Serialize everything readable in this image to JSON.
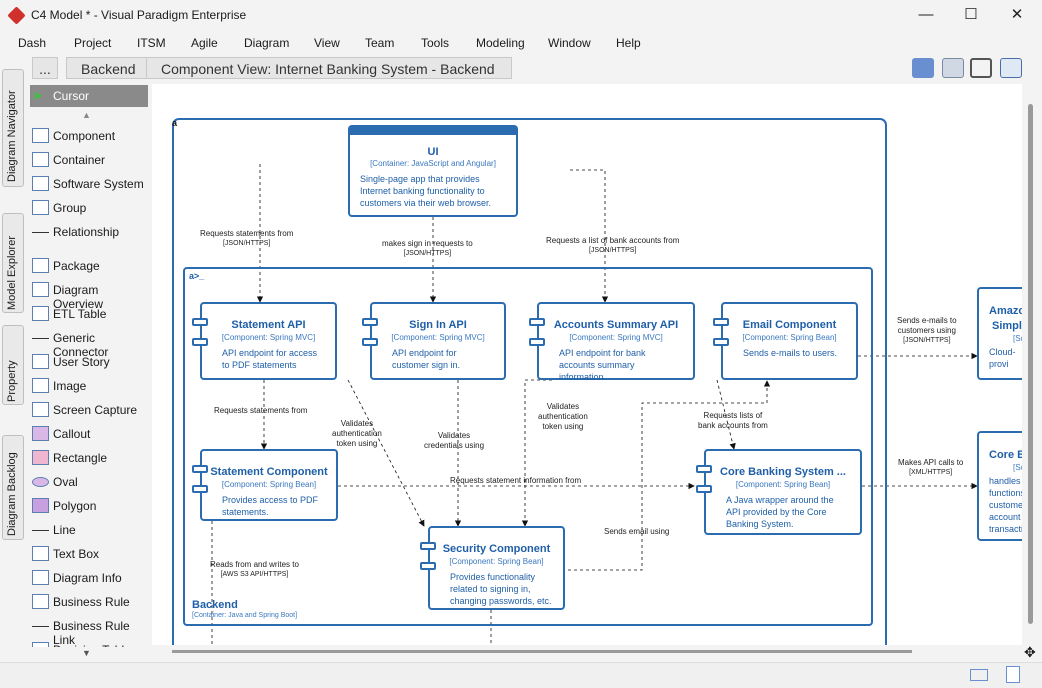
{
  "window": {
    "title": "C4 Model * - Visual Paradigm Enterprise",
    "minimize": "—",
    "maximize": "☐",
    "close": "✕"
  },
  "menu": [
    "Dash",
    "Project",
    "ITSM",
    "Agile",
    "Diagram",
    "View",
    "Team",
    "Tools",
    "Modeling",
    "Window",
    "Help"
  ],
  "breadcrumb": {
    "more": "...",
    "items": [
      "Backend",
      "Component View: Internet Banking System - Backend"
    ]
  },
  "side_tabs": [
    "Diagram Navigator",
    "Model Explorer",
    "Property",
    "Diagram Backlog"
  ],
  "palette": {
    "selected": "Cursor",
    "items": [
      "Component",
      "Container",
      "Software System",
      "Group",
      "Relationship",
      "Package",
      "Diagram Overview",
      "ETL Table",
      "Generic Connector",
      "User Story",
      "Image",
      "Screen Capture",
      "Callout",
      "Rectangle",
      "Oval",
      "Polygon",
      "Line",
      "Text Box",
      "Diagram Info",
      "Business Rule",
      "Business Rule Link",
      "Decision Table"
    ]
  },
  "diagram": {
    "ui": {
      "name": "UI",
      "stereo": "[Container: JavaScript and Angular]",
      "desc": "Single-page app that provides Internet banking functionality to customers via their web browser."
    },
    "backend": {
      "name": "Backend",
      "stereo": "[Container: Java and Spring Boot]"
    },
    "components": [
      {
        "name": "Statement API",
        "stereo": "[Component: Spring MVC]",
        "desc": "API endpoint for access to PDF statements"
      },
      {
        "name": "Sign In API",
        "stereo": "[Component: Spring MVC]",
        "desc": "API endpoint for customer sign in."
      },
      {
        "name": "Accounts Summary API",
        "stereo": "[Component: Spring MVC]",
        "desc": "API endpoint for bank accounts summary information."
      },
      {
        "name": "Email Component",
        "stereo": "[Component: Spring Bean]",
        "desc": "Sends e-mails to users."
      },
      {
        "name": "Statement Component",
        "stereo": "[Component: Spring Bean]",
        "desc": "Provides access to PDF statements."
      },
      {
        "name": "Core Banking System ...",
        "stereo": "[Component: Spring Bean]",
        "desc": "A Java wrapper around the API provided by the Core Banking System."
      },
      {
        "name": "Security Component",
        "stereo": "[Component: Spring Bean]",
        "desc": "Provides functionality related to signing in, changing passwords, etc."
      }
    ],
    "external": [
      {
        "name": "Amazo",
        "line2": "Simpl",
        "stereo": "[Sc",
        "desc": "Cloud-",
        "desc2": "provi"
      },
      {
        "name": "Core B",
        "stereo": "[Sc",
        "desc": "handles",
        "desc2": "functions",
        "desc3": "custome",
        "desc4": "account",
        "desc5": "transacti"
      }
    ],
    "labels": {
      "l1": [
        "Requests statements from",
        "[JSON/HTTPS]"
      ],
      "l2": [
        "makes sign in requests to",
        "[JSON/HTTPS]"
      ],
      "l3": [
        "Requests a list of bank accounts from",
        "[JSON/HTTPS]"
      ],
      "l4": [
        "Sends e-mails to",
        "customers using",
        "[JSON/HTTPS]"
      ],
      "l5": [
        "Requests statements from"
      ],
      "l6": [
        "Validates",
        "authentication",
        "token using"
      ],
      "l7": [
        "Validates",
        "credentials using"
      ],
      "l8": [
        "Validates",
        "authentication",
        "token using"
      ],
      "l9": [
        "Requests lists of",
        "bank accounts from"
      ],
      "l10": [
        "Makes API calls to",
        "[XML/HTTPS]"
      ],
      "l11": [
        "Requests statement information from"
      ],
      "l12": [
        "Sends email using"
      ],
      "l13": [
        "Reads from and writes to",
        "[AWS S3 API/HTTPS]"
      ]
    }
  }
}
